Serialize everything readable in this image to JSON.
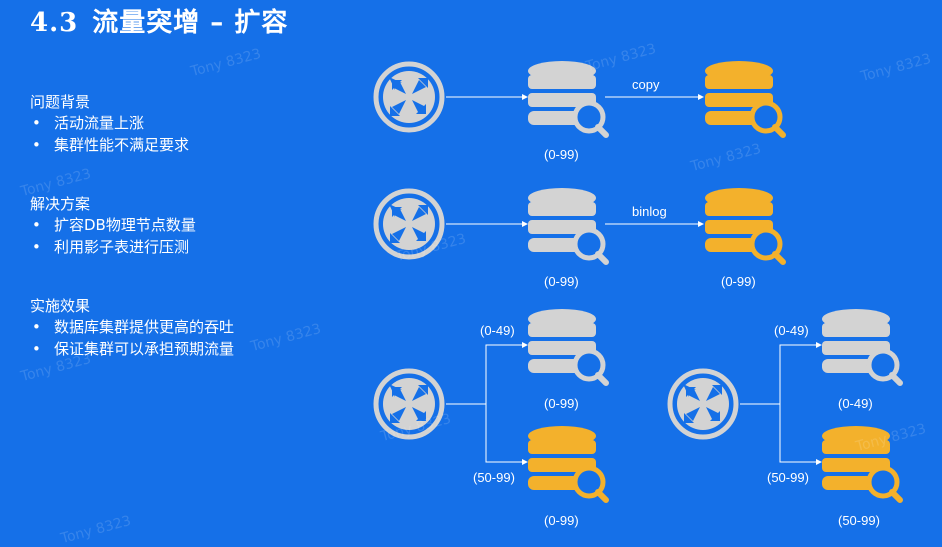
{
  "title": {
    "number": "4.3",
    "text": "流量突增 – 扩容"
  },
  "sections": [
    {
      "heading": "问题背景",
      "bullets": [
        "活动流量上涨",
        "集群性能不满足要求"
      ]
    },
    {
      "heading": "解决方案",
      "bullets": [
        "扩容DB物理节点数量",
        "利用影子表进行压测"
      ]
    },
    {
      "heading": "实施效果",
      "bullets": [
        "数据库集群提供更高的吞吐",
        "保证集群可以承担预期流量"
      ]
    }
  ],
  "diagram": {
    "row1": {
      "arrow_label": "copy",
      "source_range": "(0-99)"
    },
    "row2": {
      "arrow_label": "binlog",
      "source_range": "(0-99)",
      "target_range": "(0-99)"
    },
    "row3_left": {
      "branch_top": "(0-49)",
      "branch_bottom": "(50-99)",
      "top_range": "(0-99)",
      "bottom_range": "(0-99)"
    },
    "row3_right": {
      "branch_top": "(0-49)",
      "branch_bottom": "(50-99)",
      "top_range": "(0-49)",
      "bottom_range": "(50-99)"
    }
  },
  "watermark": "Tony 8323",
  "colors": {
    "background": "#1570E8",
    "db_gray": "#D3D3D3",
    "db_orange": "#F3B12C",
    "router": "#D3D3D3"
  },
  "icons": [
    "router-icon",
    "database-search-icon"
  ]
}
